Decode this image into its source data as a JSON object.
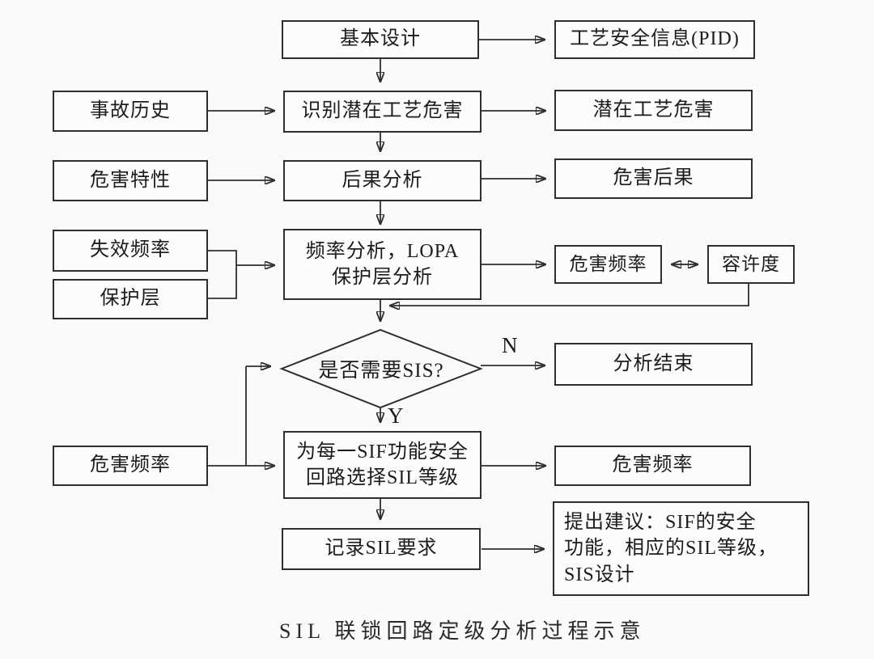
{
  "diagram": {
    "caption": "SIL 联锁回路定级分析过程示意",
    "edge_labels": {
      "no": "N",
      "yes": "Y"
    },
    "colors": {
      "background": "#fafafa",
      "line": "#2e2e2e",
      "text": "#1c1c1c",
      "box_fill": "#fcfcfc"
    },
    "nodes": {
      "basic_design": {
        "label": "基本设计"
      },
      "process_safety_info": {
        "label": "工艺安全信息(PID)"
      },
      "accident_history": {
        "label": "事故历史"
      },
      "identify_hazards": {
        "label": "识别潜在工艺危害"
      },
      "potential_hazards": {
        "label": "潜在工艺危害"
      },
      "hazard_characteristics": {
        "label": "危害特性"
      },
      "consequence_analysis": {
        "label": "后果分析"
      },
      "hazard_consequence": {
        "label": "危害后果"
      },
      "failure_frequency": {
        "label": "失效频率"
      },
      "protection_layer": {
        "label": "保护层"
      },
      "lopa": {
        "line1": "频率分析，LOPA",
        "line2": "保护层分析"
      },
      "hazard_frequency_mid": {
        "label": "危害频率"
      },
      "tolerance": {
        "label": "容许度"
      },
      "decision_sis": {
        "label": "是否需要SIS?"
      },
      "analysis_end": {
        "label": "分析结束"
      },
      "hazard_frequency_left": {
        "label": "危害频率"
      },
      "select_sil": {
        "line1": "为每一SIF功能安全",
        "line2": "回路选择SIL等级"
      },
      "hazard_frequency_right": {
        "label": "危害频率"
      },
      "record_sil": {
        "label": "记录SIL要求"
      },
      "recommendation": {
        "line1": "提出建议：SIF的安全",
        "line2": "功能，相应的SIL等级，",
        "line3": "SIS设计"
      }
    }
  }
}
